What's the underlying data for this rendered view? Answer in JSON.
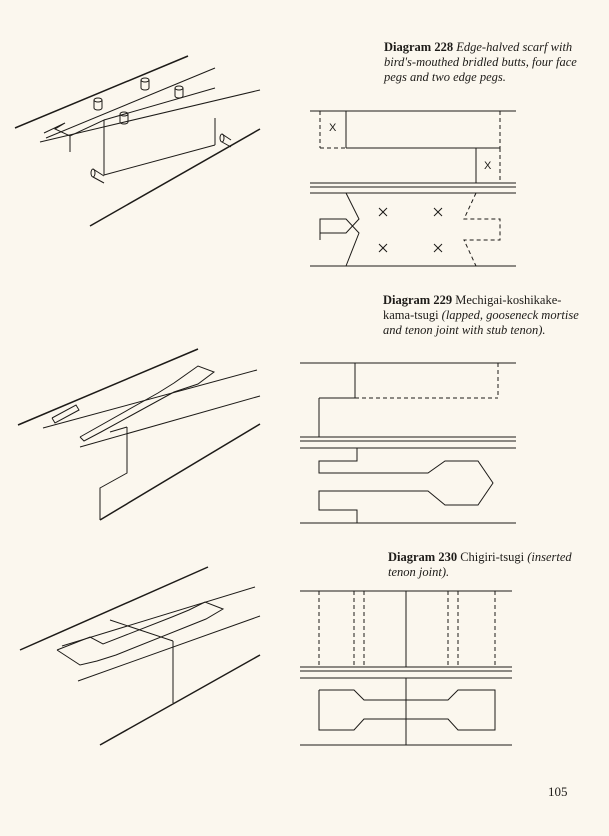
{
  "diagrams": [
    {
      "number": "Diagram 228",
      "title": "",
      "description": "Edge-halved scarf with bird's-mouthed bridled butts, four face pegs and two edge pegs."
    },
    {
      "number": "Diagram 229",
      "title": "Mechigai-koshikake-kama-tsugi",
      "description": "(lapped, gooseneck mortise and tenon joint with stub tenon)."
    },
    {
      "number": "Diagram 230",
      "title": "Chigiri-tsugi",
      "description": "(inserted tenon joint)."
    }
  ],
  "page_number": "105",
  "peg_marks": [
    "X",
    "X",
    "X",
    "X",
    "X",
    "X"
  ]
}
